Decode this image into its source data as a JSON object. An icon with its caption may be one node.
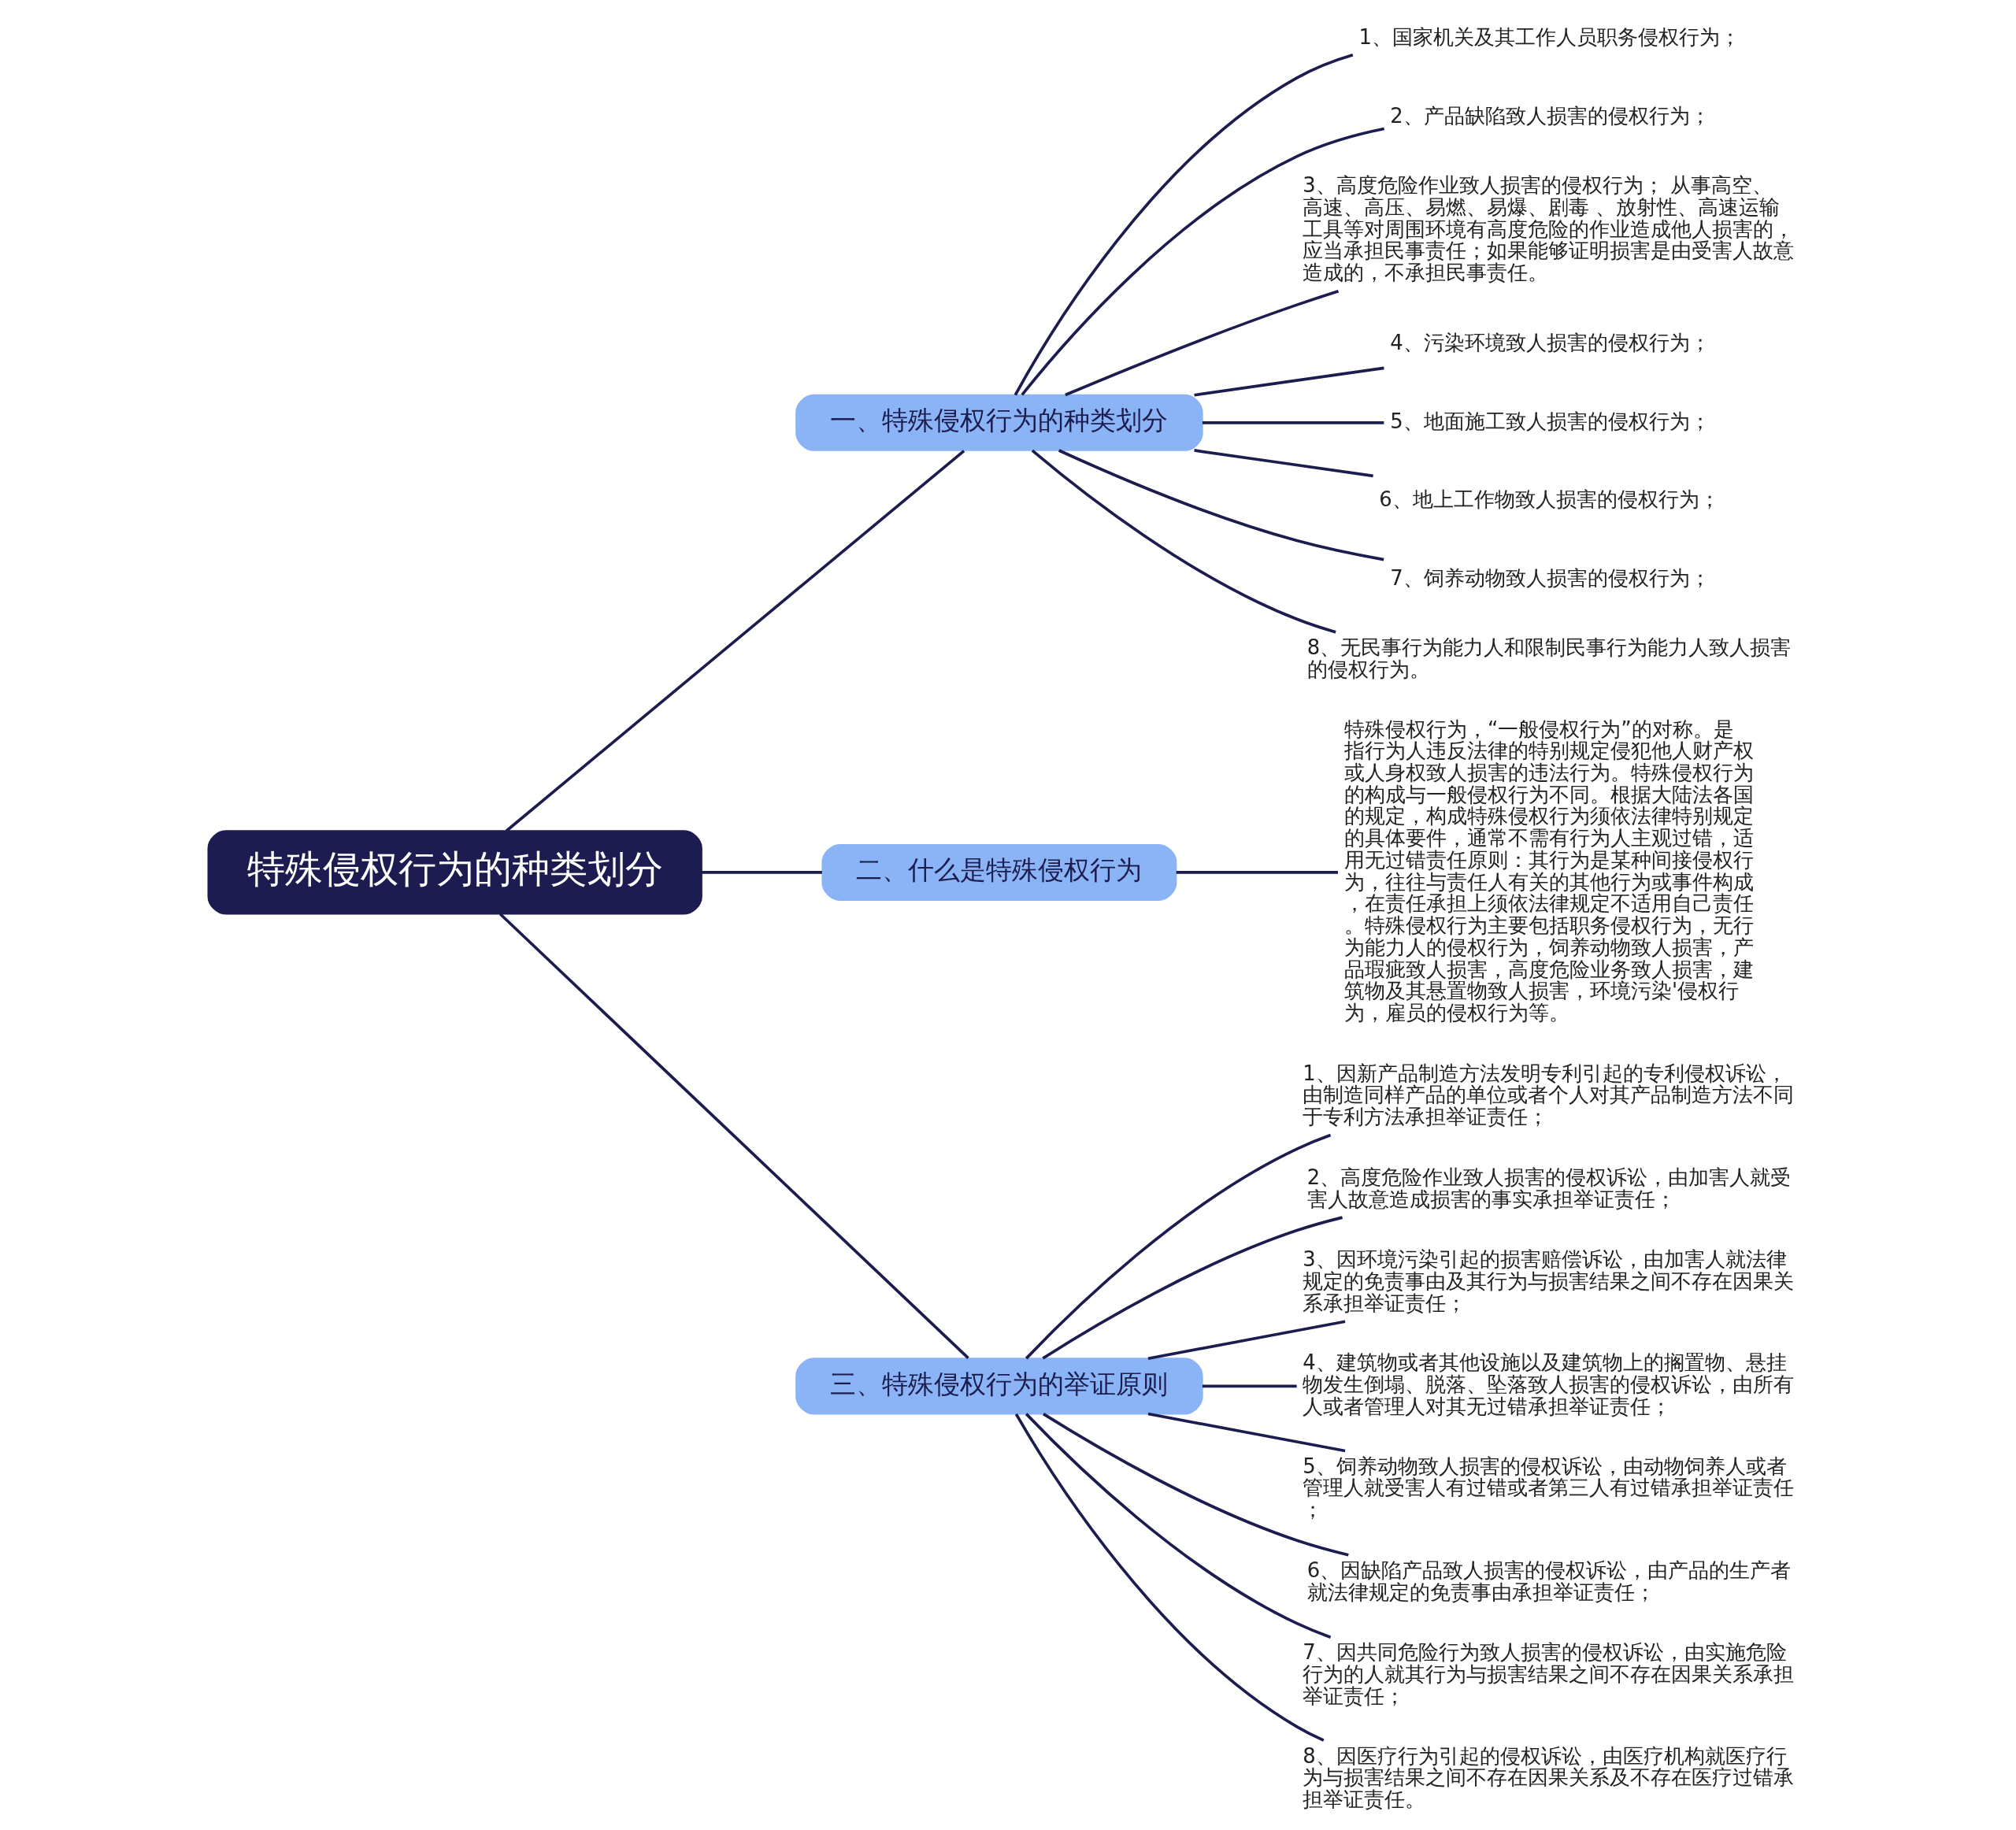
{
  "diagram": {
    "nodes": [
      {
        "text": [
          "特殊侵权行为的种类划分"
        ]
      },
      {
        "text": [
          "一、特殊侵权行为的种类划分"
        ]
      },
      {
        "text": [
          "1、国家机关及其工作人员职务侵权行为；"
        ]
      },
      {
        "text": [
          "2、产品缺陷致人损害的侵权行为；"
        ]
      },
      {
        "text": [
          "3、高度危险作业致人损害的侵权行为； 从事高空、高速、高压、易燃、易爆、剧毒 、放射性、高速运输工具等对周围环境有高度危险的作业造成他人损害的，应当承担民事责任；如果能够证明损害是由受害人故意造成的，不承担民事责任。"
        ]
      },
      {
        "text": [
          "4、污染环境致人损害的侵权行为；"
        ]
      },
      {
        "text": [
          "5、地面施工致人损害的侵权行为；"
        ]
      },
      {
        "text": [
          "6、地上工作物致人损害的侵权行为；"
        ]
      },
      {
        "text": [
          "7、饲养动物致人损害的侵权行为；"
        ]
      },
      {
        "text": [
          "8、无民事行为能力人和限制民事行为能力人致人损害的侵权行为。"
        ]
      },
      {
        "text": [
          "二、什么是特殊侵权行为"
        ]
      },
      {
        "text": [
          "特殊侵权行为，“一般侵权行为”的对称。是指行为人违反法律的特别规定侵犯他人财产权或人身权致人损害的违法行为。特殊侵权行为的构成与一般侵权行为不同。根据大陆法各国的规定，构成特殊侵权行为须依法律特别规定的具体要件，通常不需有行为人主观过错，适用无过错责任原则：其行为是某种间接侵权行为，往往与责任人有关的其他行为或事件构成，在责任承担上须依法律规定不适用自己责任。特殊侵权行为主要包括职务侵权行为，无行为能力人的侵权行为，饲养动物致人损害，产品瑕疵致人损害，高度危险业务致人损害，建筑物及其悬置物致人损害，环境污染'侵权行为，雇员的侵权行为等。"
        ]
      },
      {
        "text": [
          "三、特殊侵权行为的举证原则"
        ]
      },
      {
        "text": [
          "1、因新产品制造方法发明专利引起的专利侵权诉讼，由制造同样产品的单位或者个人对其产品制造方法不同于专利方法承担举证责任；"
        ]
      },
      {
        "text": [
          "2、高度危险作业致人损害的侵权诉讼，由加害人就受害人故意造成损害的事实承担举证责任；"
        ]
      },
      {
        "text": [
          "3、因环境污染引起的损害赔偿诉讼，由加害人就法律规定的免责事由及其行为与损害结果之间不存在因果关系承担举证责任；"
        ]
      },
      {
        "text": [
          "4、建筑物或者其他设施以及建筑物上的搁置物、悬挂物发生倒塌、脱落、坠落致人损害的侵权诉讼，由所有人或者管理人对其无过错承担举证责任；"
        ]
      },
      {
        "text": [
          "5、饲养动物致人损害的侵权诉讼，由动物饲养人或者管理人就受害人有过错或者第三人有过错承担举证责任；"
        ]
      },
      {
        "text": [
          "6、因缺陷产品致人损害的侵权诉讼，由产品的生产者就法律规定的免责事由承担举证责任；"
        ]
      },
      {
        "text": [
          "7、因共同危险行为致人损害的侵权诉讼，由实施危险行为的人就其行为与损害结果之间不存在因果关系承担举证责任；"
        ]
      },
      {
        "text": [
          "8、因医疗行为引起的侵权诉讼，由医疗机构就医疗行为与损害结果之间不存在因果关系及不存在医疗过错承担举证责任。"
        ]
      }
    ],
    "edges": [
      {
        "from": 0,
        "to": 1,
        "arrow": "none"
      },
      {
        "from": 1,
        "to": 2,
        "arrow": "none"
      },
      {
        "from": 1,
        "to": 3,
        "arrow": "none"
      },
      {
        "from": 1,
        "to": 4,
        "arrow": "none"
      },
      {
        "from": 1,
        "to": 5,
        "arrow": "none"
      },
      {
        "from": 1,
        "to": 6,
        "arrow": "none"
      },
      {
        "from": 1,
        "to": 7,
        "arrow": "none"
      },
      {
        "from": 1,
        "to": 8,
        "arrow": "none"
      },
      {
        "from": 1,
        "to": 9,
        "arrow": "none"
      },
      {
        "from": 0,
        "to": 10,
        "arrow": "none"
      },
      {
        "from": 10,
        "to": 11,
        "arrow": "none"
      },
      {
        "from": 0,
        "to": 12,
        "arrow": "none"
      },
      {
        "from": 12,
        "to": 13,
        "arrow": "none"
      },
      {
        "from": 12,
        "to": 14,
        "arrow": "none"
      },
      {
        "from": 12,
        "to": 15,
        "arrow": "none"
      },
      {
        "from": 12,
        "to": 16,
        "arrow": "none"
      },
      {
        "from": 12,
        "to": 17,
        "arrow": "none"
      },
      {
        "from": 12,
        "to": 18,
        "arrow": "none"
      },
      {
        "from": 12,
        "to": 19,
        "arrow": "none"
      },
      {
        "from": 12,
        "to": 20,
        "arrow": "none"
      }
    ]
  }
}
